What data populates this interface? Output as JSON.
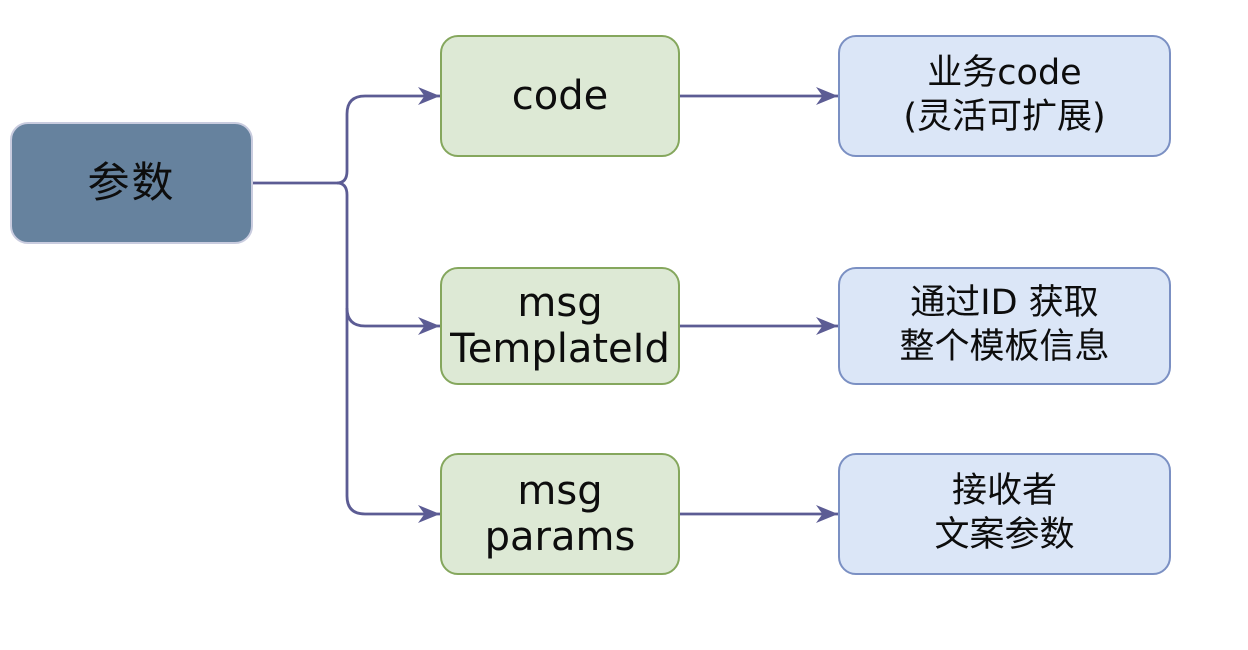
{
  "diagram": {
    "root": {
      "label": "参数"
    },
    "rows": [
      {
        "param": "code",
        "desc": "业务code\n(灵活可扩展)"
      },
      {
        "param": "msg\nTemplateId",
        "desc": "通过ID 获取\n整个模板信息"
      },
      {
        "param": "msg\nparams",
        "desc": "接收者\n文案参数"
      }
    ],
    "colors": {
      "root_fill": "#66829e",
      "root_border": "#c9ccdf",
      "param_fill": "#dde9d5",
      "param_border": "#85a75d",
      "desc_fill": "#dbe6f7",
      "desc_border": "#7b90c3",
      "connector": "#5c5c94",
      "text": "#0d0d0d",
      "canvas_bg": "#ffffff"
    }
  }
}
